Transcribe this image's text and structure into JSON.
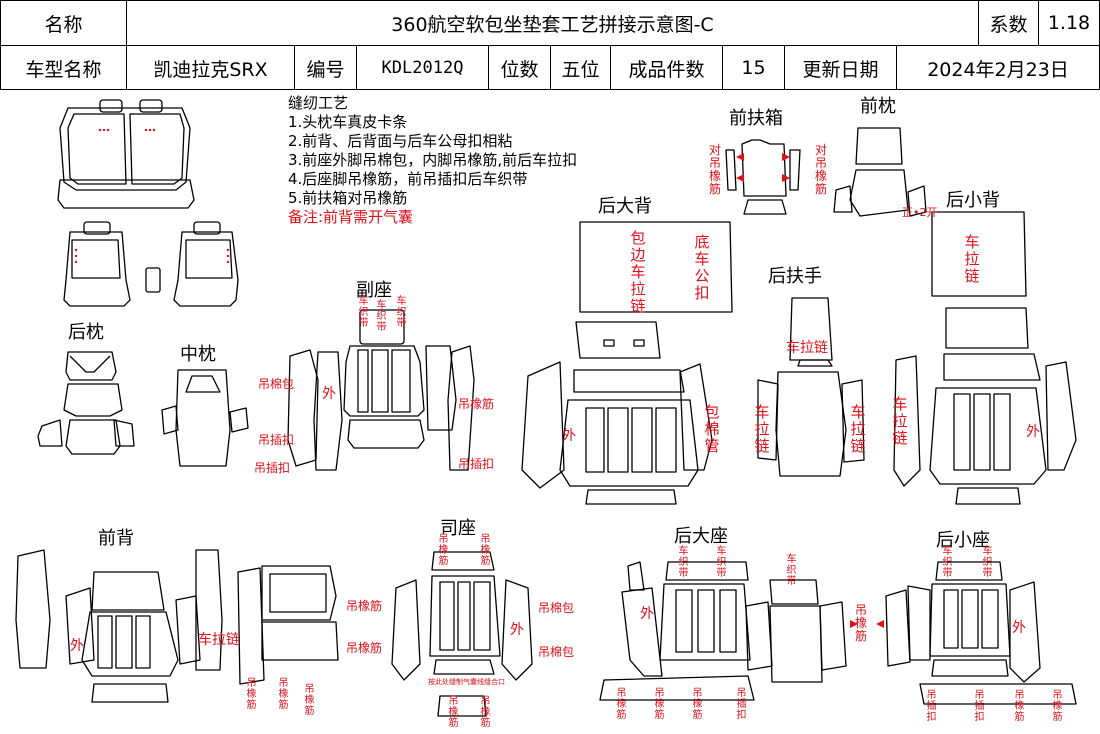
{
  "header": {
    "name_label": "名称",
    "title": "360航空软包坐垫套工艺拼接示意图-C",
    "coef_label": "系数",
    "coef_value": "1.18",
    "model_label": "车型名称",
    "model_value": "凯迪拉克SRX",
    "code_label": "编号",
    "code_value": "KDL2012Q",
    "seats_label": "位数",
    "seats_value": "五位",
    "pieces_label": "成品件数",
    "pieces_value": "15",
    "update_label": "更新日期",
    "update_value": "2024年2月23日"
  },
  "notes": {
    "title": "缝纫工艺",
    "items": [
      "1.头枕车真皮卡条",
      "2.前背、后背面与后车公母扣相粘",
      "3.前座外脚吊棉包，内脚吊橡筋,前后车拉扣",
      "4.后座脚吊橡筋，前吊插扣后车织带",
      "5.前扶箱对吊橡筋"
    ],
    "remark": "备注:前背需开气囊"
  },
  "parts": {
    "front_armbox": "前扶箱",
    "front_pillow": "前枕",
    "rear_big_back": "后大背",
    "rear_small_back": "后小背",
    "rear_armrest": "后扶手",
    "rear_pillow": "后枕",
    "middle_pillow": "中枕",
    "passenger_seat": "副座",
    "front_back": "前背",
    "driver_seat": "司座",
    "rear_big_seat": "后大座",
    "rear_small_seat": "后小座"
  },
  "annotations": {
    "dui_diao_xiang_jin": "对吊橡筋",
    "zheng_2_kai": "正•2开",
    "che_la_lian": "车拉链",
    "bao_bian_che_la_lian": "包边车拉链",
    "di_che_gong_kou": "底车公扣",
    "bao_mian_guan": "包棉管",
    "wai": "外",
    "diao_mian_bao": "吊棉包",
    "diao_cha_kou": "吊插扣",
    "diao_xiang_jin": "吊橡筋",
    "che_zhi_dai": "车织带",
    "airbag_note": "按此处缝制气囊线缝合口"
  },
  "colors": {
    "line": "#000000",
    "annotation": "#e0101a",
    "watermark": "#d9e4f5"
  }
}
